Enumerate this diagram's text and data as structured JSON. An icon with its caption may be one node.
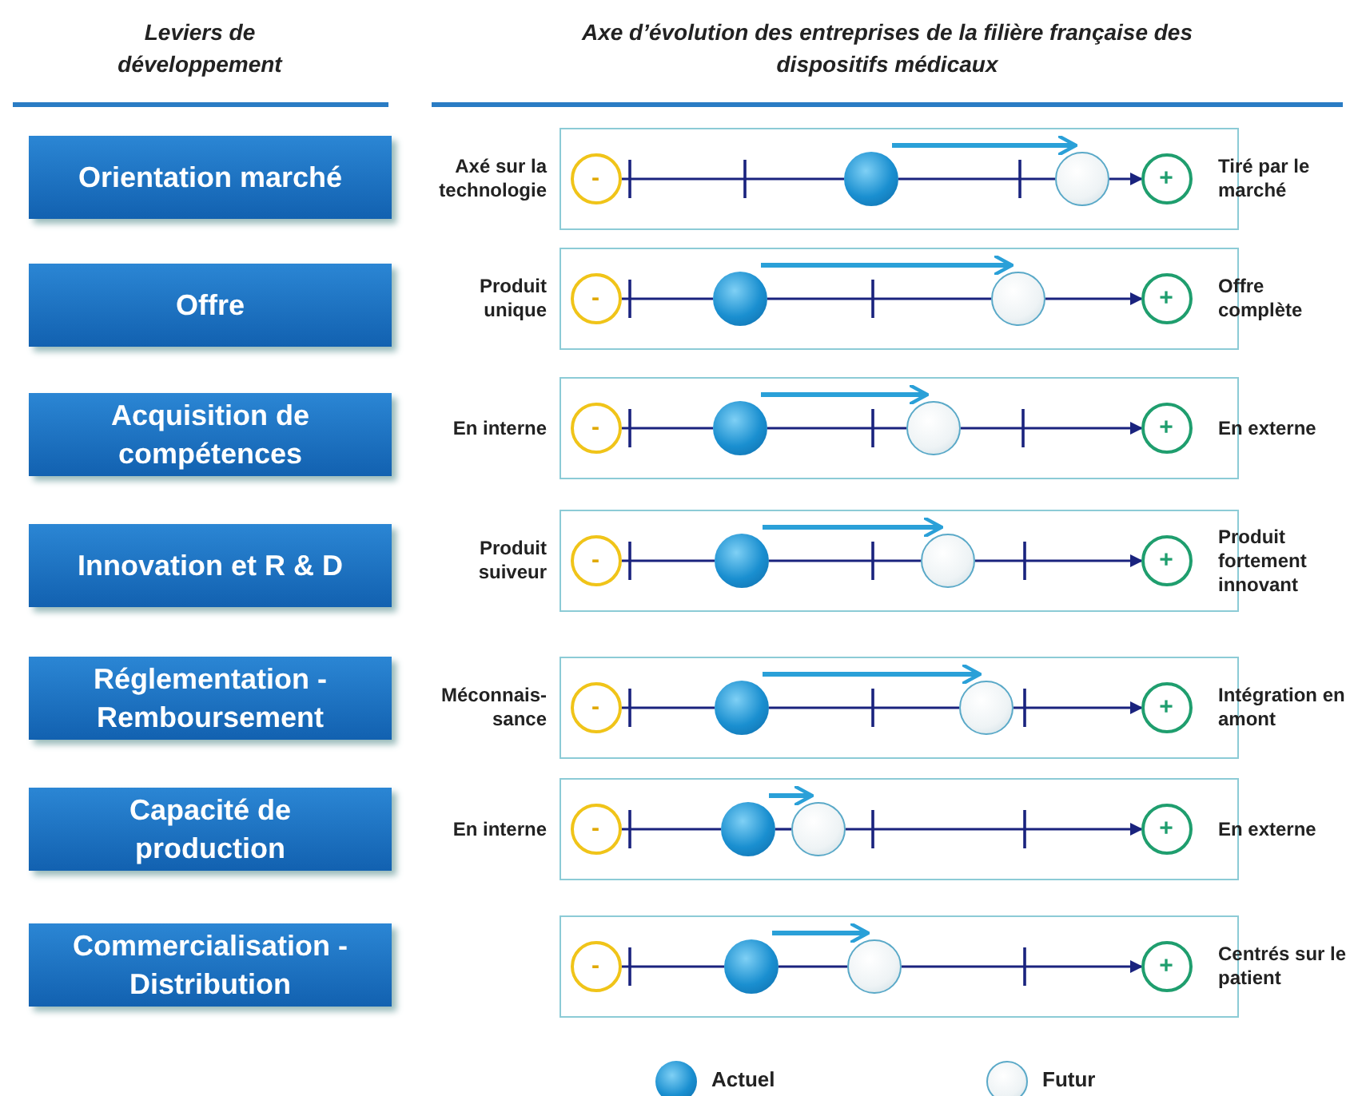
{
  "diagram": {
    "nodes": [
      {
        "text": [
          "Orientation marché"
        ]
      },
      {
        "text": [
          "Offre"
        ]
      },
      {
        "text": [
          "Acquisition de compétences"
        ]
      },
      {
        "text": [
          "Innovation et R & D"
        ]
      },
      {
        "text": [
          "Réglementation - Remboursement"
        ]
      },
      {
        "text": [
          "Capacité de production"
        ]
      },
      {
        "text": [
          "Commercialisation - Distribution"
        ]
      },
      {
        "text": [],
        "shape": "box",
        "beside": [
          "Axé sur la technologie",
          "Tiré par le marché"
        ]
      },
      {
        "text": [
          "-"
        ],
        "in": 7
      },
      {
        "text": [],
        "shape": "circle",
        "in": 7
      },
      {
        "text": [],
        "shape": "circle",
        "in": 7
      },
      {
        "text": [
          "+"
        ],
        "in": 7
      },
      {
        "text": [],
        "shape": "box",
        "beside": [
          "Produit unique",
          "Offre complète"
        ]
      },
      {
        "text": [
          "-"
        ],
        "in": 12
      },
      {
        "text": [],
        "shape": "circle",
        "in": 12
      },
      {
        "text": [],
        "shape": "circle",
        "in": 12
      },
      {
        "text": [
          "+"
        ],
        "in": 12
      },
      {
        "text": [],
        "shape": "box",
        "beside": [
          "En interne",
          "En externe"
        ]
      },
      {
        "text": [
          "-"
        ],
        "in": 17
      },
      {
        "text": [],
        "shape": "circle",
        "in": 17
      },
      {
        "text": [],
        "shape": "circle",
        "in": 17
      },
      {
        "text": [
          "+"
        ],
        "in": 17
      },
      {
        "text": [],
        "shape": "box",
        "beside": [
          "Produit suiveur",
          "Produit fortement innovant"
        ]
      },
      {
        "text": [
          "-"
        ],
        "in": 22
      },
      {
        "text": [],
        "shape": "circle",
        "in": 22
      },
      {
        "text": [],
        "shape": "circle",
        "in": 22
      },
      {
        "text": [
          "+"
        ],
        "in": 22
      },
      {
        "text": [],
        "shape": "box",
        "beside": [
          "Méconnais-sance",
          "Intégration en amont"
        ]
      },
      {
        "text": [
          "-"
        ],
        "in": 27
      },
      {
        "text": [],
        "shape": "circle",
        "in": 27
      },
      {
        "text": [],
        "shape": "circle",
        "in": 27
      },
      {
        "text": [
          "+"
        ],
        "in": 27
      },
      {
        "text": [],
        "shape": "box",
        "beside": [
          "En interne",
          "En externe"
        ]
      },
      {
        "text": [
          "-"
        ],
        "in": 32
      },
      {
        "text": [],
        "shape": "circle",
        "in": 32
      },
      {
        "text": [],
        "shape": "circle",
        "in": 32
      },
      {
        "text": [
          "+"
        ],
        "in": 32
      },
      {
        "text": [],
        "shape": "box",
        "beside": [
          "Centrés sur le patient"
        ]
      },
      {
        "text": [
          "-"
        ],
        "in": 37
      },
      {
        "text": [],
        "shape": "circle",
        "in": 37
      },
      {
        "text": [],
        "shape": "circle",
        "in": 37
      },
      {
        "text": [
          "+"
        ],
        "in": 37
      }
    ],
    "edges": [
      {
        "from": 8,
        "to": 9,
        "arrow": "none"
      },
      {
        "from": 9,
        "to": 10,
        "arrow": "none"
      },
      {
        "from": 10,
        "to": 11,
        "arrow": "to"
      },
      {
        "from": 9,
        "to": 10,
        "arrow": "to",
        "color": "#2aa0d8"
      },
      {
        "from": 13,
        "to": 14,
        "arrow": "none"
      },
      {
        "from": 14,
        "to": 15,
        "arrow": "none"
      },
      {
        "from": 15,
        "to": 16,
        "arrow": "to"
      },
      {
        "from": 14,
        "to": 15,
        "arrow": "to",
        "color": "#2aa0d8"
      },
      {
        "from": 18,
        "to": 19,
        "arrow": "none"
      },
      {
        "from": 19,
        "to": 20,
        "arrow": "none"
      },
      {
        "from": 20,
        "to": 21,
        "arrow": "to"
      },
      {
        "from": 19,
        "to": 20,
        "arrow": "to",
        "color": "#2aa0d8"
      },
      {
        "from": 23,
        "to": 24,
        "arrow": "none"
      },
      {
        "from": 24,
        "to": 25,
        "arrow": "none"
      },
      {
        "from": 25,
        "to": 26,
        "arrow": "to"
      },
      {
        "from": 24,
        "to": 25,
        "arrow": "to",
        "color": "#2aa0d8"
      },
      {
        "from": 28,
        "to": 29,
        "arrow": "none"
      },
      {
        "from": 29,
        "to": 30,
        "arrow": "none"
      },
      {
        "from": 30,
        "to": 31,
        "arrow": "to"
      },
      {
        "from": 29,
        "to": 30,
        "arrow": "to",
        "color": "#2aa0d8"
      },
      {
        "from": 33,
        "to": 34,
        "arrow": "none"
      },
      {
        "from": 34,
        "to": 35,
        "arrow": "none"
      },
      {
        "from": 35,
        "to": 36,
        "arrow": "to"
      },
      {
        "from": 34,
        "to": 35,
        "arrow": "to",
        "color": "#2aa0d8"
      },
      {
        "from": 38,
        "to": 39,
        "arrow": "none"
      },
      {
        "from": 39,
        "to": 40,
        "arrow": "none"
      },
      {
        "from": 40,
        "to": 41,
        "arrow": "to"
      },
      {
        "from": 39,
        "to": 40,
        "arrow": "to",
        "color": "#2aa0d8"
      }
    ],
    "labels": [
      "Leviers de développement",
      "Axe d’évolution des entreprises de la filière française des dispositifs médicaux"
    ],
    "legend": [
      {
        "text": "Actuel"
      },
      {
        "text": "Futur"
      }
    ]
  }
}
